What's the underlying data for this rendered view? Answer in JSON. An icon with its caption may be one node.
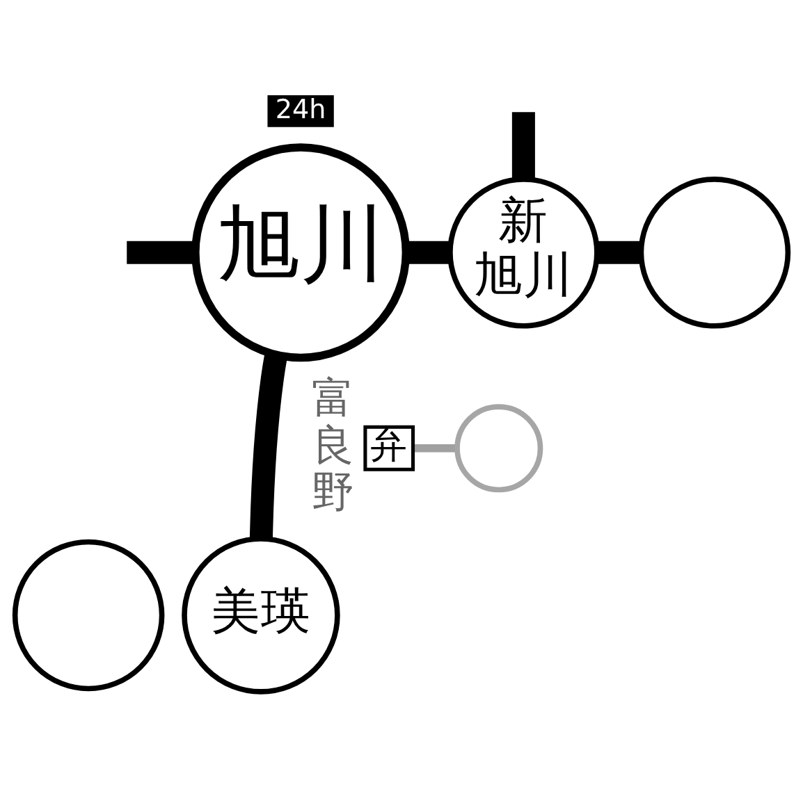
{
  "diagram": {
    "nodes": [
      {
        "text": [
          "24h"
        ]
      },
      {
        "text": [
          "新旭川"
        ]
      },
      {
        "text": [
          "旭川"
        ]
      },
      {
        "text": [],
        "shape": "circle"
      },
      {
        "text": [
          "弁"
        ]
      },
      {
        "text": [],
        "shape": "circle"
      },
      {
        "text": [
          "美瑛"
        ]
      },
      {
        "text": [],
        "shape": "circle"
      }
    ],
    "edges": [
      {
        "from": null,
        "to": 2,
        "arrow": "none"
      },
      {
        "from": 2,
        "to": 1,
        "arrow": "none"
      },
      {
        "from": null,
        "to": 1,
        "arrow": "none"
      },
      {
        "from": 1,
        "to": 3,
        "arrow": "none"
      },
      {
        "from": 2,
        "to": 6,
        "arrow": "none",
        "label": "富良野"
      },
      {
        "from": 4,
        "to": 5,
        "arrow": "none",
        "color": "#a0a0a0"
      }
    ]
  }
}
